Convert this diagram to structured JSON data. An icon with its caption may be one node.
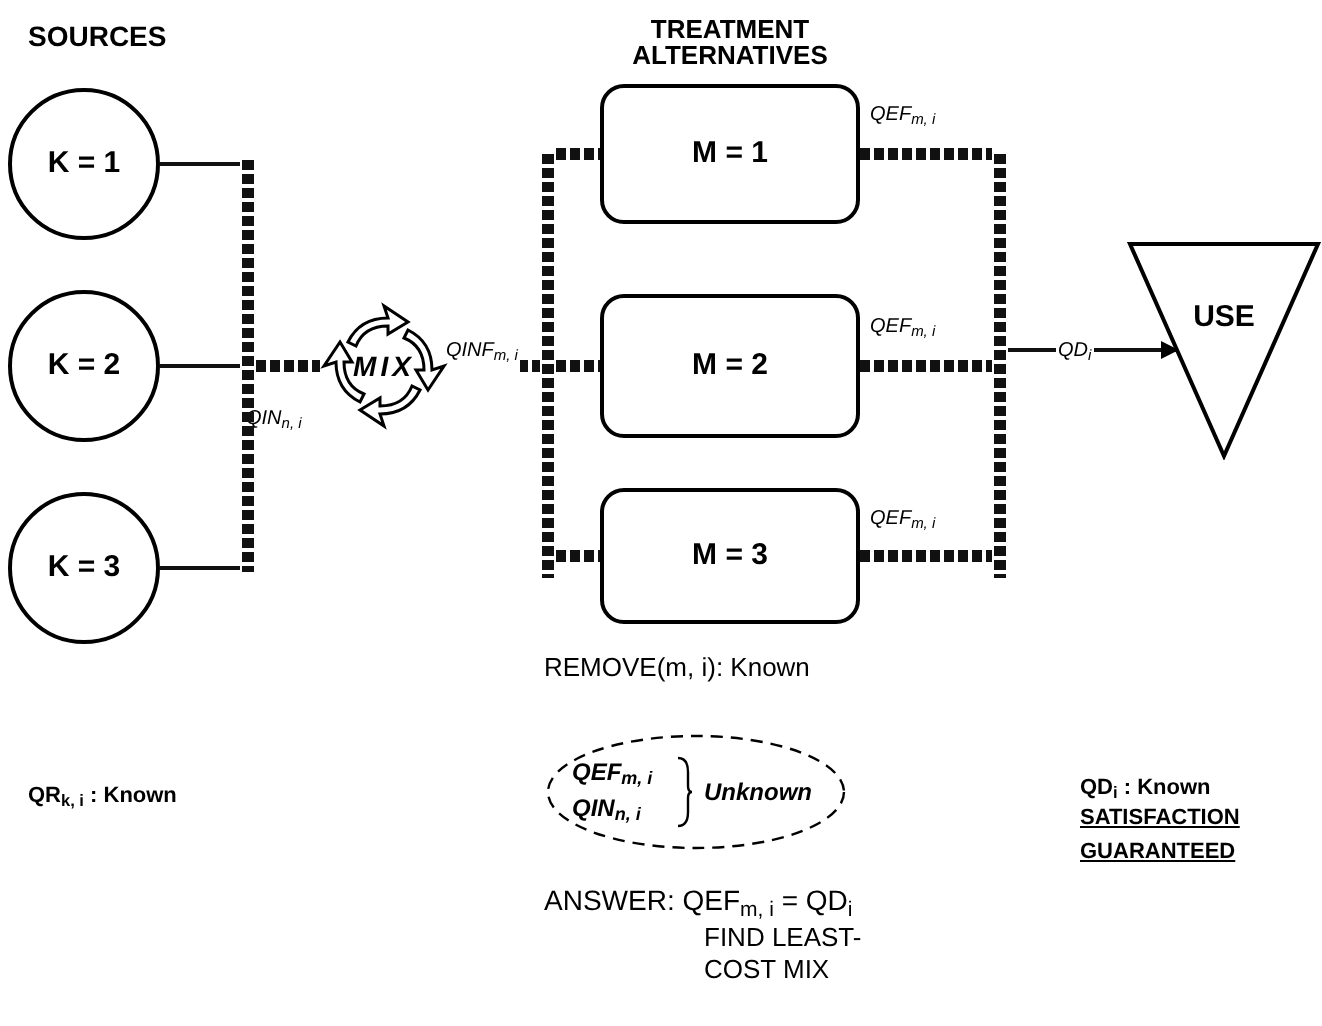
{
  "diagram": {
    "nodes": [
      {
        "text": [
          "K = 1"
        ]
      },
      {
        "text": [
          "K = 2"
        ]
      },
      {
        "text": [
          "K = 3"
        ]
      },
      {
        "text": [
          "MIX"
        ]
      },
      {
        "text": [
          "M = 1"
        ]
      },
      {
        "text": [
          "M = 2"
        ]
      },
      {
        "text": [
          "M = 3"
        ]
      },
      {
        "text": [
          "USE"
        ]
      },
      {
        "text": [
          "QEF$_{m, i}$",
          "QIN$_{n, i}$",
          "Unknown"
        ]
      },
      {
        "text": [],
        "shape": "bar"
      },
      {
        "text": [],
        "shape": "bar"
      },
      {
        "text": [],
        "shape": "bar"
      }
    ],
    "edges": [
      {
        "from": 0,
        "to": 9,
        "arrow": "none"
      },
      {
        "from": 1,
        "to": 9,
        "arrow": "none"
      },
      {
        "from": 2,
        "to": 9,
        "arrow": "none"
      },
      {
        "from": 9,
        "to": 3,
        "arrow": "none",
        "style": "dashed",
        "label": "QIN$_{n, i}$"
      },
      {
        "from": 3,
        "to": 10,
        "arrow": "none",
        "style": "dashed",
        "label": "QINF$_{m, i}$"
      },
      {
        "from": 10,
        "to": 4,
        "arrow": "none",
        "style": "dashed"
      },
      {
        "from": 10,
        "to": 5,
        "arrow": "none",
        "style": "dashed"
      },
      {
        "from": 10,
        "to": 6,
        "arrow": "none",
        "style": "dashed"
      },
      {
        "from": 4,
        "to": 11,
        "arrow": "none",
        "style": "dashed",
        "label": "QEF$_{m, i}$"
      },
      {
        "from": 5,
        "to": 11,
        "arrow": "none",
        "style": "dashed",
        "label": "QEF$_{m, i}$"
      },
      {
        "from": 6,
        "to": 11,
        "arrow": "none",
        "style": "dashed",
        "label": "QEF$_{m, i}$"
      },
      {
        "from": 11,
        "to": 7,
        "arrow": "to",
        "label": "QD$_{i}$"
      }
    ],
    "labels": [
      "SOURCES",
      "TREATMENT ALTERNATIVES",
      "REMOVE(m, i): Known",
      "QR$_{k, i}$ : Known",
      "QD$_{i}$ : Known",
      "SATISFACTION GUARANTEED",
      "ANSWER: QEF$_{m, i}$ = QD$_{i}$",
      "FIND LEAST- COST MIX"
    ]
  }
}
